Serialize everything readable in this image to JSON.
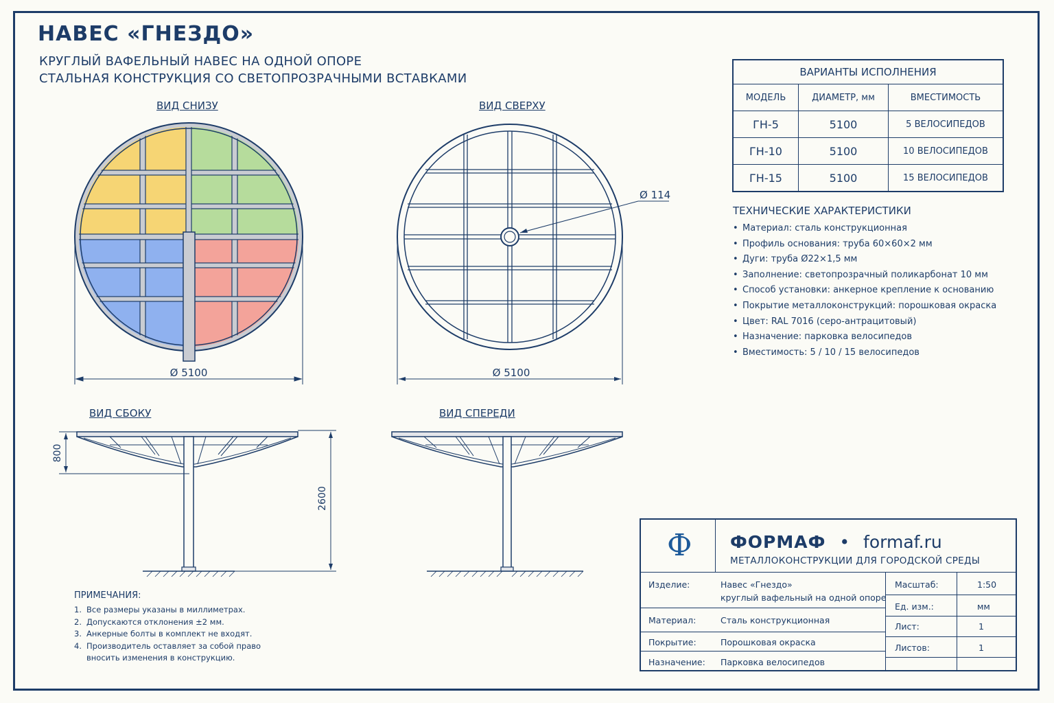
{
  "header": {
    "title": "НАВЕС «ГНЕЗДО»",
    "subtitle1": "КРУГЛЫЙ ВАФЕЛЬНЫЙ НАВЕС НА ОДНОЙ ОПОРЕ",
    "subtitle2": "СТАЛЬНАЯ КОНСТРУКЦИЯ СО СВЕТОПРОЗРАЧНЫМИ ВСТАВКАМИ"
  },
  "views": {
    "bottom": "ВИД СНИЗУ",
    "top": "ВИД СВЕРХУ",
    "side": "ВИД СБОКУ",
    "front": "ВИД СПЕРЕДИ"
  },
  "dims": {
    "diameter_bottom": "Ø 5100",
    "diameter_top": "Ø 5100",
    "pole": "Ø 114",
    "canopy_depth": "800",
    "height": "2600"
  },
  "colors": {
    "line": "#1d3c68",
    "yellow": "#f6d574",
    "green": "#b6dc9c",
    "blue": "#8fb1ef",
    "red": "#f3a39a",
    "frame_fill": "#c9ccd2"
  },
  "variants": {
    "caption": "ВАРИАНТЫ ИСПОЛНЕНИЯ",
    "headers": [
      "МОДЕЛЬ",
      "ДИАМЕТР, мм",
      "ВМЕСТИМОСТЬ"
    ],
    "rows": [
      [
        "ГН-5",
        "5100",
        "5 ВЕЛОСИПЕДОВ"
      ],
      [
        "ГН-10",
        "5100",
        "10 ВЕЛОСИПЕДОВ"
      ],
      [
        "ГН-15",
        "5100",
        "15 ВЕЛОСИПЕДОВ"
      ]
    ]
  },
  "tech": {
    "title": "ТЕХНИЧЕСКИЕ ХАРАКТЕРИСТИКИ",
    "items": [
      "Материал: сталь конструкционная",
      "Профиль основания: труба 60×60×2 мм",
      "Дуги: труба Ø22×1,5 мм",
      "Заполнение: светопрозрачный поликарбонат 10 мм",
      "Способ установки: анкерное крепление к основанию",
      "Покрытие металлоконструкций: порошковая окраска",
      "Цвет: RAL 7016 (серо-антрацитовый)",
      "Назначение: парковка велосипедов",
      "Вместимость: 5 / 10 / 15 велосипедов"
    ]
  },
  "notes": {
    "title": "ПРИМЕЧАНИЯ:",
    "items": [
      {
        "n": "1.",
        "text": "Все размеры указаны в миллиметрах.",
        "cont": ""
      },
      {
        "n": "2.",
        "text": "Допускаются отклонения ±2 мм.",
        "cont": ""
      },
      {
        "n": "3.",
        "text": "Анкерные болты в комплект не входят.",
        "cont": ""
      },
      {
        "n": "4.",
        "text": "Производитель оставляет за собой право",
        "cont": "вносить изменения в конструкцию."
      }
    ]
  },
  "titleblock": {
    "logo": "Ф",
    "brand": "ФОРМАФ",
    "dot": "•",
    "site": "formaf.ru",
    "tagline": "МЕТАЛЛОКОНСТРУКЦИИ ДЛЯ ГОРОДСКОЙ СРЕДЫ",
    "rows": [
      {
        "label": "Изделие:",
        "value": "Навес «Гнездо»",
        "value2": "круглый вафельный на одной опоре"
      },
      {
        "label": "Материал:",
        "value": "Сталь конструкционная",
        "value2": ""
      },
      {
        "label": "Покрытие:",
        "value": "Порошковая окраска",
        "value2": ""
      },
      {
        "label": "Назначение:",
        "value": "Парковка велосипедов",
        "value2": ""
      }
    ],
    "right": [
      {
        "label": "Масштаб:",
        "value": "1:50"
      },
      {
        "label": "Ед. изм.:",
        "value": "мм"
      },
      {
        "label": "Лист:",
        "value": "1"
      },
      {
        "label": "Листов:",
        "value": "1"
      }
    ]
  }
}
